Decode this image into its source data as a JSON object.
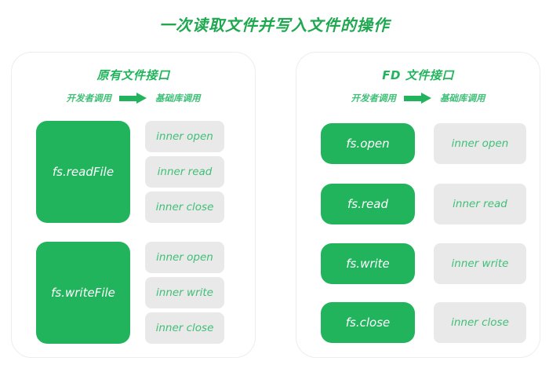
{
  "page": {
    "title": "一次读取文件并写入文件的操作",
    "accent_green": "#22b45d",
    "light_green": "#3fbf77",
    "gray_box": "#e9e9e9",
    "background": "#ffffff"
  },
  "legend": {
    "developer_label": "开发者调用",
    "library_label": "基础库调用",
    "arrow_icon": "arrow-right-icon"
  },
  "panels": [
    {
      "id": "legacy",
      "title": "原有文件接口",
      "groups": [
        {
          "api": "fs.readFile",
          "inner_calls": [
            "inner open",
            "inner read",
            "inner close"
          ]
        },
        {
          "api": "fs.writeFile",
          "inner_calls": [
            "inner open",
            "inner write",
            "inner close"
          ]
        }
      ]
    },
    {
      "id": "fd",
      "title": "FD 文件接口",
      "rows": [
        {
          "api": "fs.open",
          "inner_call": "inner open"
        },
        {
          "api": "fs.read",
          "inner_call": "inner read"
        },
        {
          "api": "fs.write",
          "inner_call": "inner write"
        },
        {
          "api": "fs.close",
          "inner_call": "inner close"
        }
      ]
    }
  ]
}
